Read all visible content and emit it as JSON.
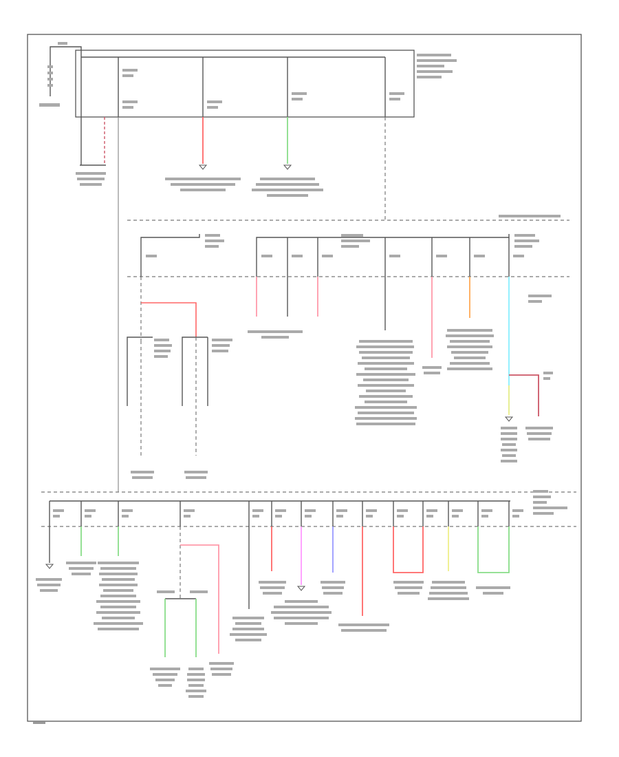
{
  "colors": {
    "line": "#555555",
    "red": "#ff6666",
    "pink": "#ff99aa",
    "green": "#88dd88",
    "magenta": "#ff99ff",
    "orange": "#ffaa55",
    "cyan": "#88eeff",
    "blue": "#9999ff",
    "yellow": "#eeee88",
    "maroon": "#cc5566"
  },
  "wire_colors": {
    "fuse_1": "red",
    "fuse_2": "green",
    "ic_1": "pink",
    "ic_2": "pink",
    "ic_3": "pink",
    "ic_4": "orange",
    "ic_5": "cyan",
    "ic_6": "yellow",
    "ic_7": "maroon",
    "b_1": "green",
    "b_2": "green",
    "b_3": "red",
    "b_4": "magenta",
    "b_5": "blue",
    "b_6": "red",
    "b_7": "red",
    "b_8": "pink",
    "b_9": "yellow",
    "b_10": "green",
    "b_11": "magenta",
    "j_1": "red",
    "j_2": "green",
    "j_3": "green",
    "j_4": "pink"
  }
}
